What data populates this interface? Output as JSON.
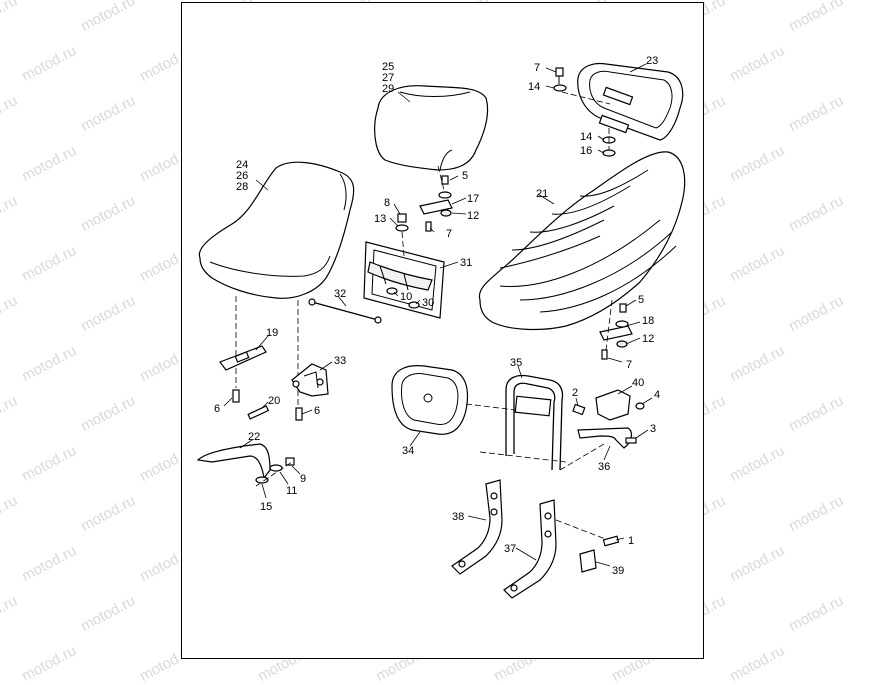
{
  "watermark": "motod.ru",
  "callouts": [
    {
      "id": "c25",
      "text": "25"
    },
    {
      "id": "c27",
      "text": "27"
    },
    {
      "id": "c29",
      "text": "29"
    },
    {
      "id": "c7a",
      "text": "7"
    },
    {
      "id": "c14a",
      "text": "14"
    },
    {
      "id": "c23",
      "text": "23"
    },
    {
      "id": "c14b",
      "text": "14"
    },
    {
      "id": "c16",
      "text": "16"
    },
    {
      "id": "c24",
      "text": "24"
    },
    {
      "id": "c26",
      "text": "26"
    },
    {
      "id": "c28",
      "text": "28"
    },
    {
      "id": "c5a",
      "text": "5"
    },
    {
      "id": "c17",
      "text": "17"
    },
    {
      "id": "c8",
      "text": "8"
    },
    {
      "id": "c12a",
      "text": "12"
    },
    {
      "id": "c13",
      "text": "13"
    },
    {
      "id": "c7b",
      "text": "7"
    },
    {
      "id": "c21",
      "text": "21"
    },
    {
      "id": "c31",
      "text": "31"
    },
    {
      "id": "c10",
      "text": "10"
    },
    {
      "id": "c30",
      "text": "30"
    },
    {
      "id": "c32",
      "text": "32"
    },
    {
      "id": "c5b",
      "text": "5"
    },
    {
      "id": "c18",
      "text": "18"
    },
    {
      "id": "c12b",
      "text": "12"
    },
    {
      "id": "c7c",
      "text": "7"
    },
    {
      "id": "c19",
      "text": "19"
    },
    {
      "id": "c33",
      "text": "33"
    },
    {
      "id": "c35",
      "text": "35"
    },
    {
      "id": "c40",
      "text": "40"
    },
    {
      "id": "c2",
      "text": "2"
    },
    {
      "id": "c4",
      "text": "4"
    },
    {
      "id": "c6a",
      "text": "6"
    },
    {
      "id": "c20",
      "text": "20"
    },
    {
      "id": "c6b",
      "text": "6"
    },
    {
      "id": "c3",
      "text": "3"
    },
    {
      "id": "c22",
      "text": "22"
    },
    {
      "id": "c34",
      "text": "34"
    },
    {
      "id": "c36",
      "text": "36"
    },
    {
      "id": "c9",
      "text": "9"
    },
    {
      "id": "c11",
      "text": "11"
    },
    {
      "id": "c15",
      "text": "15"
    },
    {
      "id": "c38",
      "text": "38"
    },
    {
      "id": "c1",
      "text": "1"
    },
    {
      "id": "c37",
      "text": "37"
    },
    {
      "id": "c39",
      "text": "39"
    }
  ]
}
